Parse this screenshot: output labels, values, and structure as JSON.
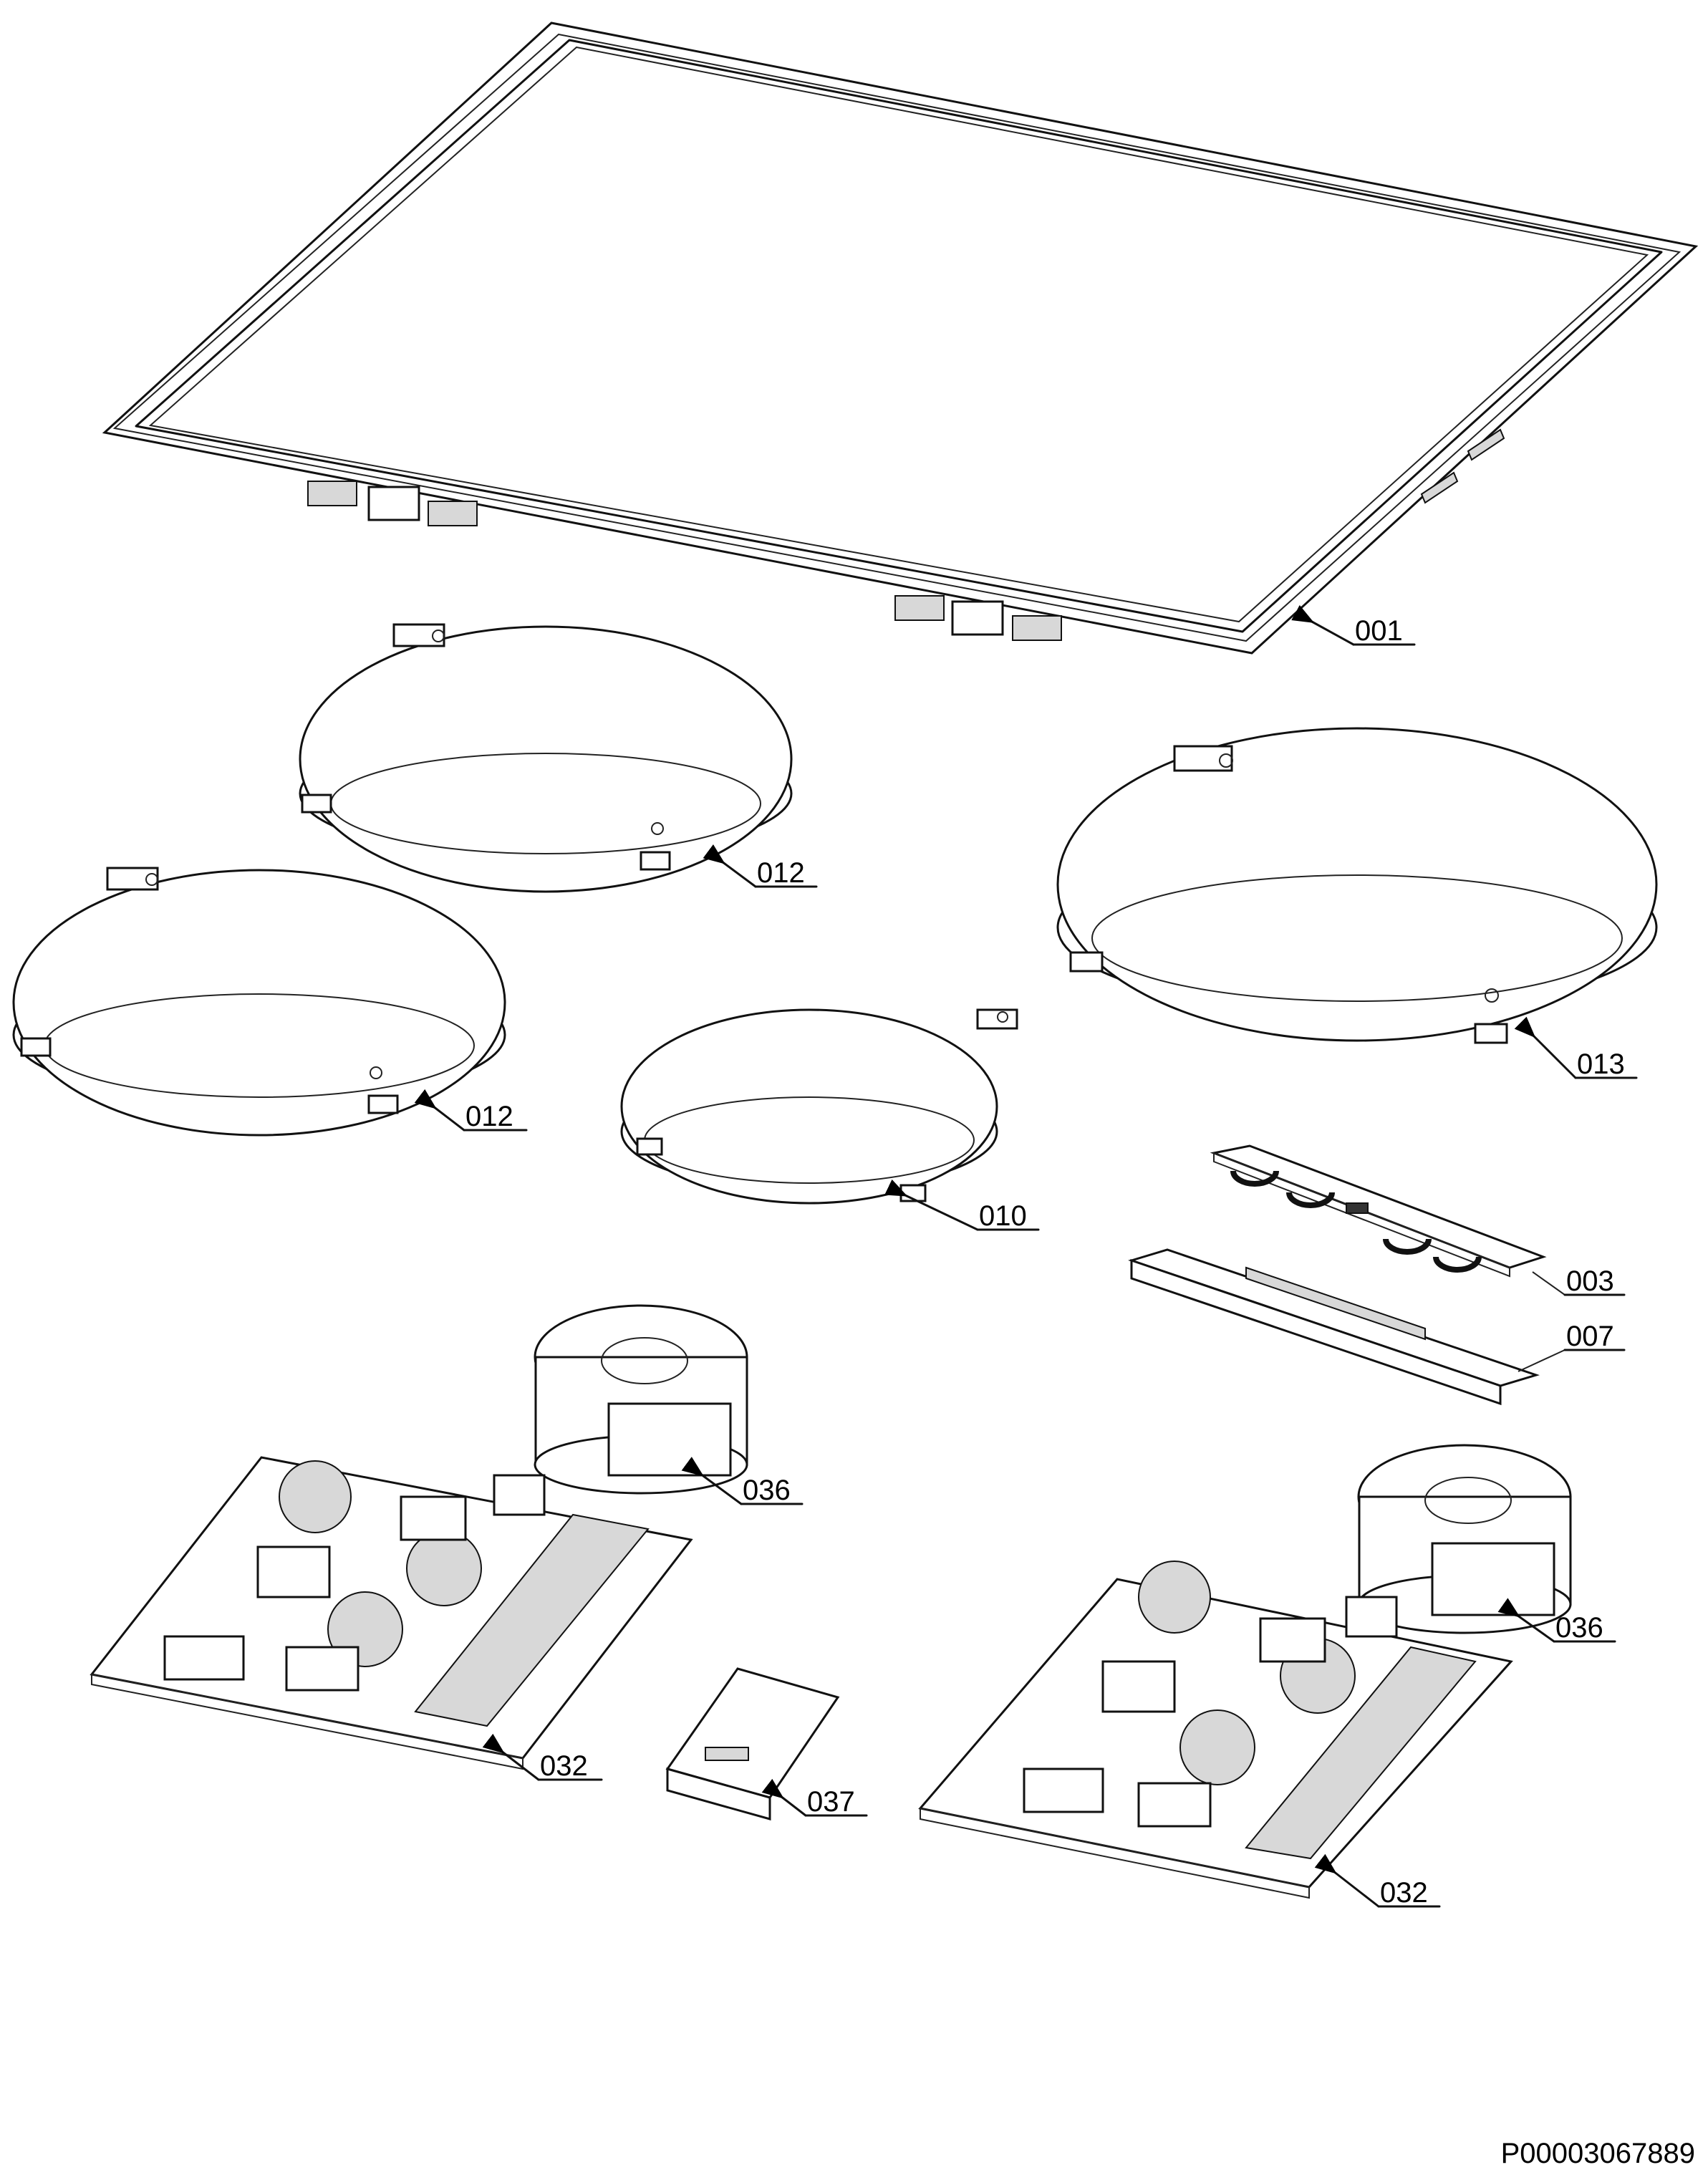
{
  "callouts": [
    {
      "id": "c001",
      "text": "001"
    },
    {
      "id": "c012a",
      "text": "012"
    },
    {
      "id": "c012b",
      "text": "012"
    },
    {
      "id": "c013",
      "text": "013"
    },
    {
      "id": "c010",
      "text": "010"
    },
    {
      "id": "c003",
      "text": "003"
    },
    {
      "id": "c007",
      "text": "007"
    },
    {
      "id": "c036a",
      "text": "036"
    },
    {
      "id": "c036b",
      "text": "036"
    },
    {
      "id": "c032a",
      "text": "032"
    },
    {
      "id": "c032b",
      "text": "032"
    },
    {
      "id": "c037",
      "text": "037"
    }
  ],
  "doc_id": "P00003067889"
}
